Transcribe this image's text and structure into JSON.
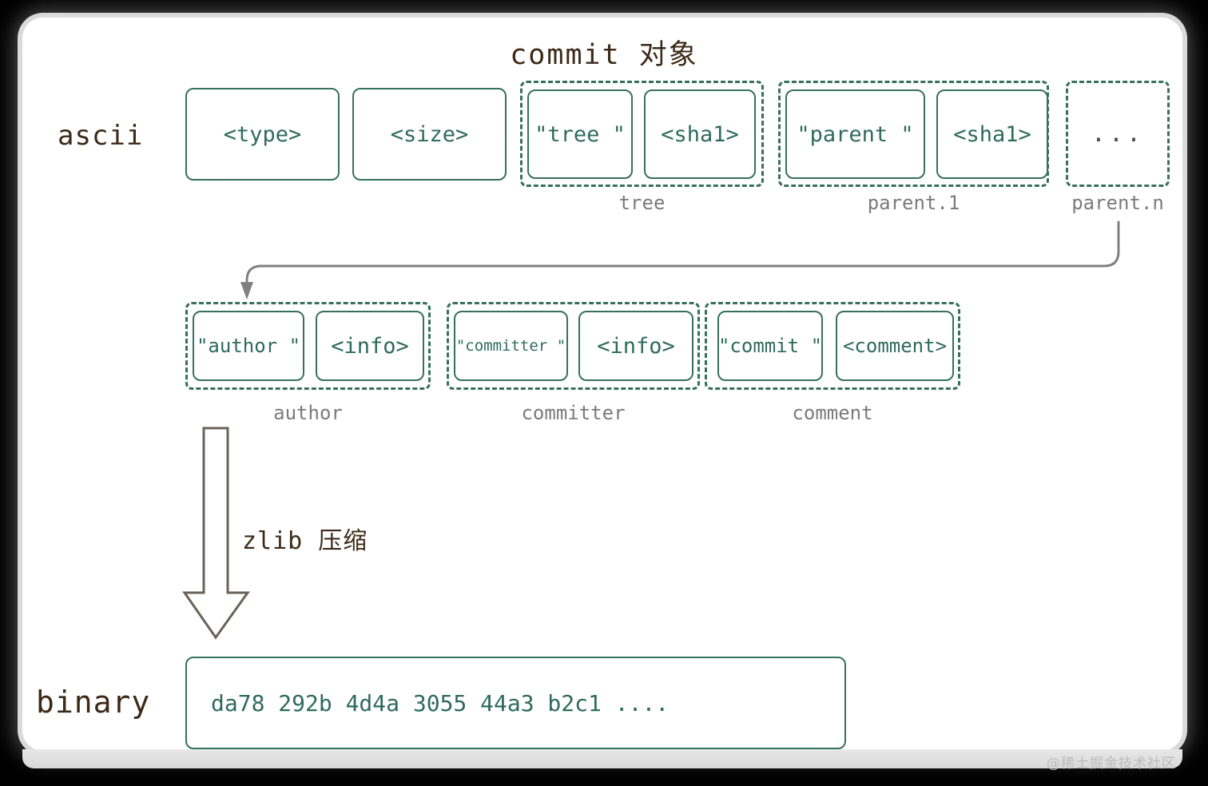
{
  "title": "commit 对象",
  "colors": {
    "box_border": "#37705e",
    "box_text": "#2f6b5a",
    "label_text": "#3c2a18",
    "group_label": "#7b7b7b",
    "arrow": "#808080",
    "card_bg": "#ffffff",
    "page_bg": "#000000"
  },
  "rows": {
    "ascii_label": "ascii",
    "binary_label": "binary"
  },
  "row1": {
    "cells": [
      {
        "text": "<type>"
      },
      {
        "text": "<size>"
      }
    ],
    "groups": [
      {
        "label": "tree",
        "cells": [
          {
            "text": "\"tree \""
          },
          {
            "text": "<sha1>"
          }
        ]
      },
      {
        "label": "parent.1",
        "cells": [
          {
            "text": "\"parent \""
          },
          {
            "text": "<sha1>"
          }
        ]
      },
      {
        "label": "parent.n",
        "placeholder": "...",
        "cells": []
      }
    ]
  },
  "row2": {
    "groups": [
      {
        "label": "author",
        "cells": [
          {
            "text": "\"author \""
          },
          {
            "text": "<info>"
          }
        ]
      },
      {
        "label": "committer",
        "cells": [
          {
            "text": "\"committer \""
          },
          {
            "text": "<info>"
          }
        ]
      },
      {
        "label": "comment",
        "cells": [
          {
            "text": "\"commit \""
          },
          {
            "text": "<comment>"
          }
        ]
      }
    ]
  },
  "arrow_annotation": "zlib 压缩",
  "binary": {
    "value": "da78 292b 4d4a 3055 44a3 b2c1 ...."
  },
  "watermark": "@稀土掘金技术社区"
}
